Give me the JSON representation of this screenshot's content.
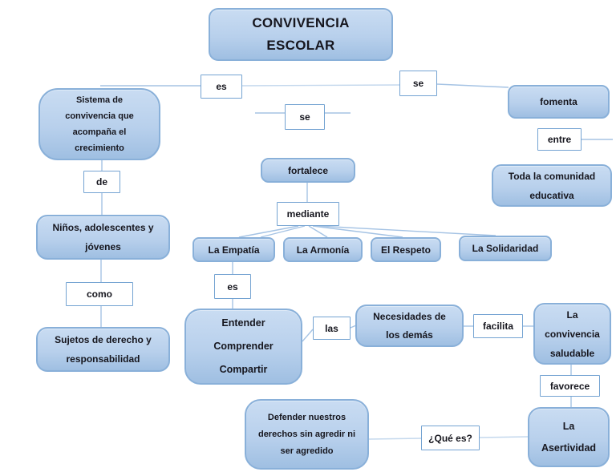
{
  "colors": {
    "node_fill_light": "#c9dcf2",
    "node_fill": "#b8d0ec",
    "node_fill_dark": "#9fbfe2",
    "node_border": "#89b0d9",
    "label_border": "#74a3d2",
    "line_color": "#a5c3e4",
    "text_color": "#16161e",
    "bg_color": "#ffffff"
  },
  "nodes": {
    "title": {
      "lines": [
        "CONVIVENCIA",
        "ESCOLAR"
      ]
    },
    "es_left": {
      "label": "es"
    },
    "se_mid": {
      "label": "se"
    },
    "se_top": {
      "label": "se"
    },
    "fomenta": {
      "label": "fomenta"
    },
    "entre": {
      "label": "entre"
    },
    "comunidad": {
      "lines": [
        "Toda la comunidad",
        "educativa"
      ]
    },
    "sistema": {
      "lines": [
        "Sistema de",
        "convivencia que",
        "acompaña el",
        "crecimiento"
      ]
    },
    "de": {
      "label": "de"
    },
    "ninos": {
      "lines": [
        "Niños, adolescentes y",
        "jóvenes"
      ]
    },
    "como": {
      "label": "como"
    },
    "sujetos": {
      "lines": [
        "Sujetos de derecho y",
        "responsabilidad"
      ]
    },
    "fortalece": {
      "label": "fortalece"
    },
    "mediante": {
      "label": "mediante"
    },
    "empatia": {
      "label": "La Empatía"
    },
    "armonia": {
      "label": "La Armonía"
    },
    "respeto": {
      "label": "El Respeto"
    },
    "solidaridad": {
      "label": "La Solidaridad"
    },
    "es_empatia": {
      "label": "es"
    },
    "entender": {
      "lines": [
        "Entender",
        "Comprender",
        "Compartir"
      ]
    },
    "las": {
      "label": "las"
    },
    "necesidades": {
      "lines": [
        "Necesidades de",
        "los demás"
      ]
    },
    "facilita": {
      "label": "facilita"
    },
    "convivencia_saludable": {
      "lines": [
        "La",
        "convivencia",
        "saludable"
      ]
    },
    "favorece": {
      "label": "favorece"
    },
    "asertividad": {
      "lines": [
        "La",
        "Asertividad"
      ]
    },
    "defender": {
      "lines": [
        "Defender nuestros",
        "derechos sin agredir ni",
        "ser agredido"
      ]
    },
    "que_es": {
      "label": "¿Qué es?"
    }
  }
}
